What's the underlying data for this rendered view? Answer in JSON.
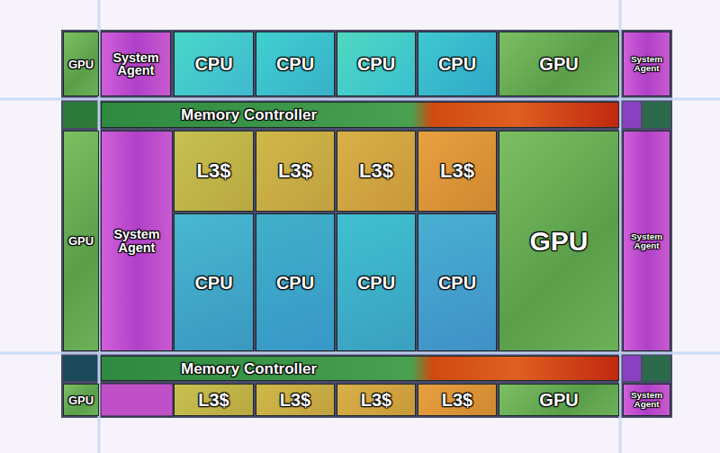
{
  "diagram": {
    "nodes": [
      {
        "text": [
          "GPU"
        ]
      },
      {
        "text": [
          "System Agent"
        ]
      },
      {
        "text": [
          "CPU"
        ]
      },
      {
        "text": [
          "CPU"
        ]
      },
      {
        "text": [
          "CPU"
        ]
      },
      {
        "text": [
          "CPU"
        ]
      },
      {
        "text": [
          "GPU"
        ]
      },
      {
        "text": [
          "System Agent"
        ]
      },
      {
        "text": [
          "Memory Controller"
        ]
      },
      {
        "text": [
          "GPU"
        ]
      },
      {
        "text": [
          "System Agent"
        ]
      },
      {
        "text": [
          "L3$"
        ]
      },
      {
        "text": [
          "L3$"
        ]
      },
      {
        "text": [
          "L3$"
        ]
      },
      {
        "text": [
          "L3$"
        ]
      },
      {
        "text": [
          "GPU"
        ]
      },
      {
        "text": [
          "System Agent"
        ]
      },
      {
        "text": [
          "CPU"
        ]
      },
      {
        "text": [
          "CPU"
        ]
      },
      {
        "text": [
          "CPU"
        ]
      },
      {
        "text": [
          "CPU"
        ]
      },
      {
        "text": [
          "Memory Controller"
        ]
      },
      {
        "text": [
          "GPU"
        ]
      },
      {
        "text": [
          "L3$"
        ]
      },
      {
        "text": [
          "L3$"
        ]
      },
      {
        "text": [
          "L3$"
        ]
      },
      {
        "text": [
          "L3$"
        ]
      },
      {
        "text": [
          "GPU"
        ]
      },
      {
        "text": [
          "System Agent"
        ]
      }
    ]
  }
}
